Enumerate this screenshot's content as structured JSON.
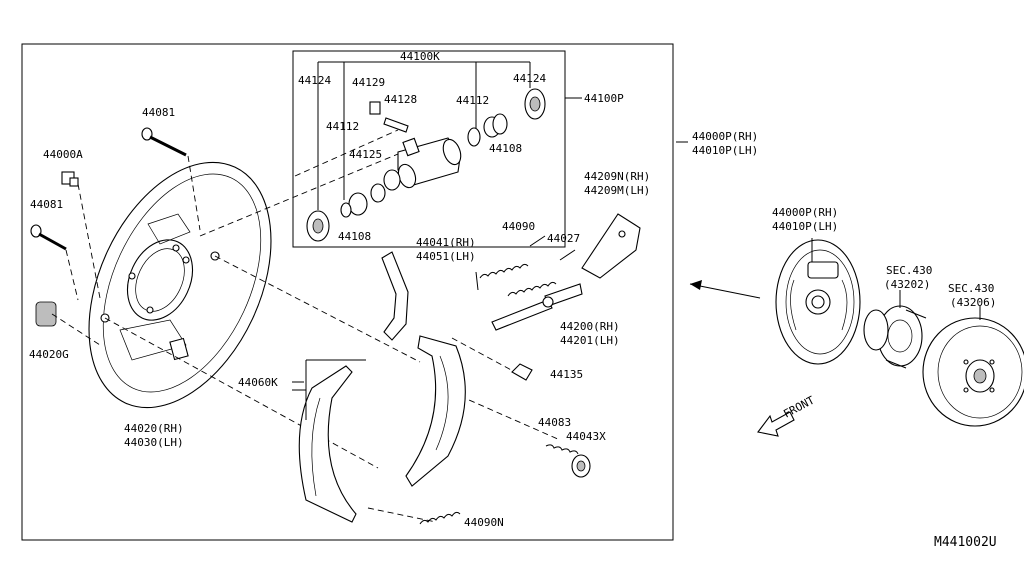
{
  "labels": {
    "p44100K": "44100K",
    "p44124a": "44124",
    "p44129": "44129",
    "p44128": "44128",
    "p44112a": "44112",
    "p44124b": "44124",
    "p44112b": "44112",
    "p44125": "44125",
    "p44108a": "44108",
    "p44108b": "44108",
    "p44100P": "44100P",
    "p44081a": "44081",
    "p44000A": "44000A",
    "p44081b": "44081",
    "p44020G": "44020G",
    "p44020_rh": "44020(RH)",
    "p44030_lh": "44030(LH)",
    "p44000P_rh_a": "44000P(RH)",
    "p44010P_lh_a": "44010P(LH)",
    "p44209N_rh": "44209N(RH)",
    "p44209M_lh": "44209M(LH)",
    "p44090": "44090",
    "p44027": "44027",
    "p44041_rh": "44041(RH)",
    "p44051_lh": "44051(LH)",
    "p44200_rh": "44200(RH)",
    "p44201_lh": "44201(LH)",
    "p44135": "44135",
    "p44060K": "44060K",
    "p44083": "44083",
    "p44043X": "44043X",
    "p44090N": "44090N",
    "p44000P_rh_b": "44000P(RH)",
    "p44010P_lh_b": "44010P(LH)",
    "sec430a": "SEC.430",
    "sec430a_num": "(43202)",
    "sec430b": "SEC.430",
    "sec430b_num": "(43206)",
    "front": "FRONT",
    "diagram_id": "M441002U"
  }
}
